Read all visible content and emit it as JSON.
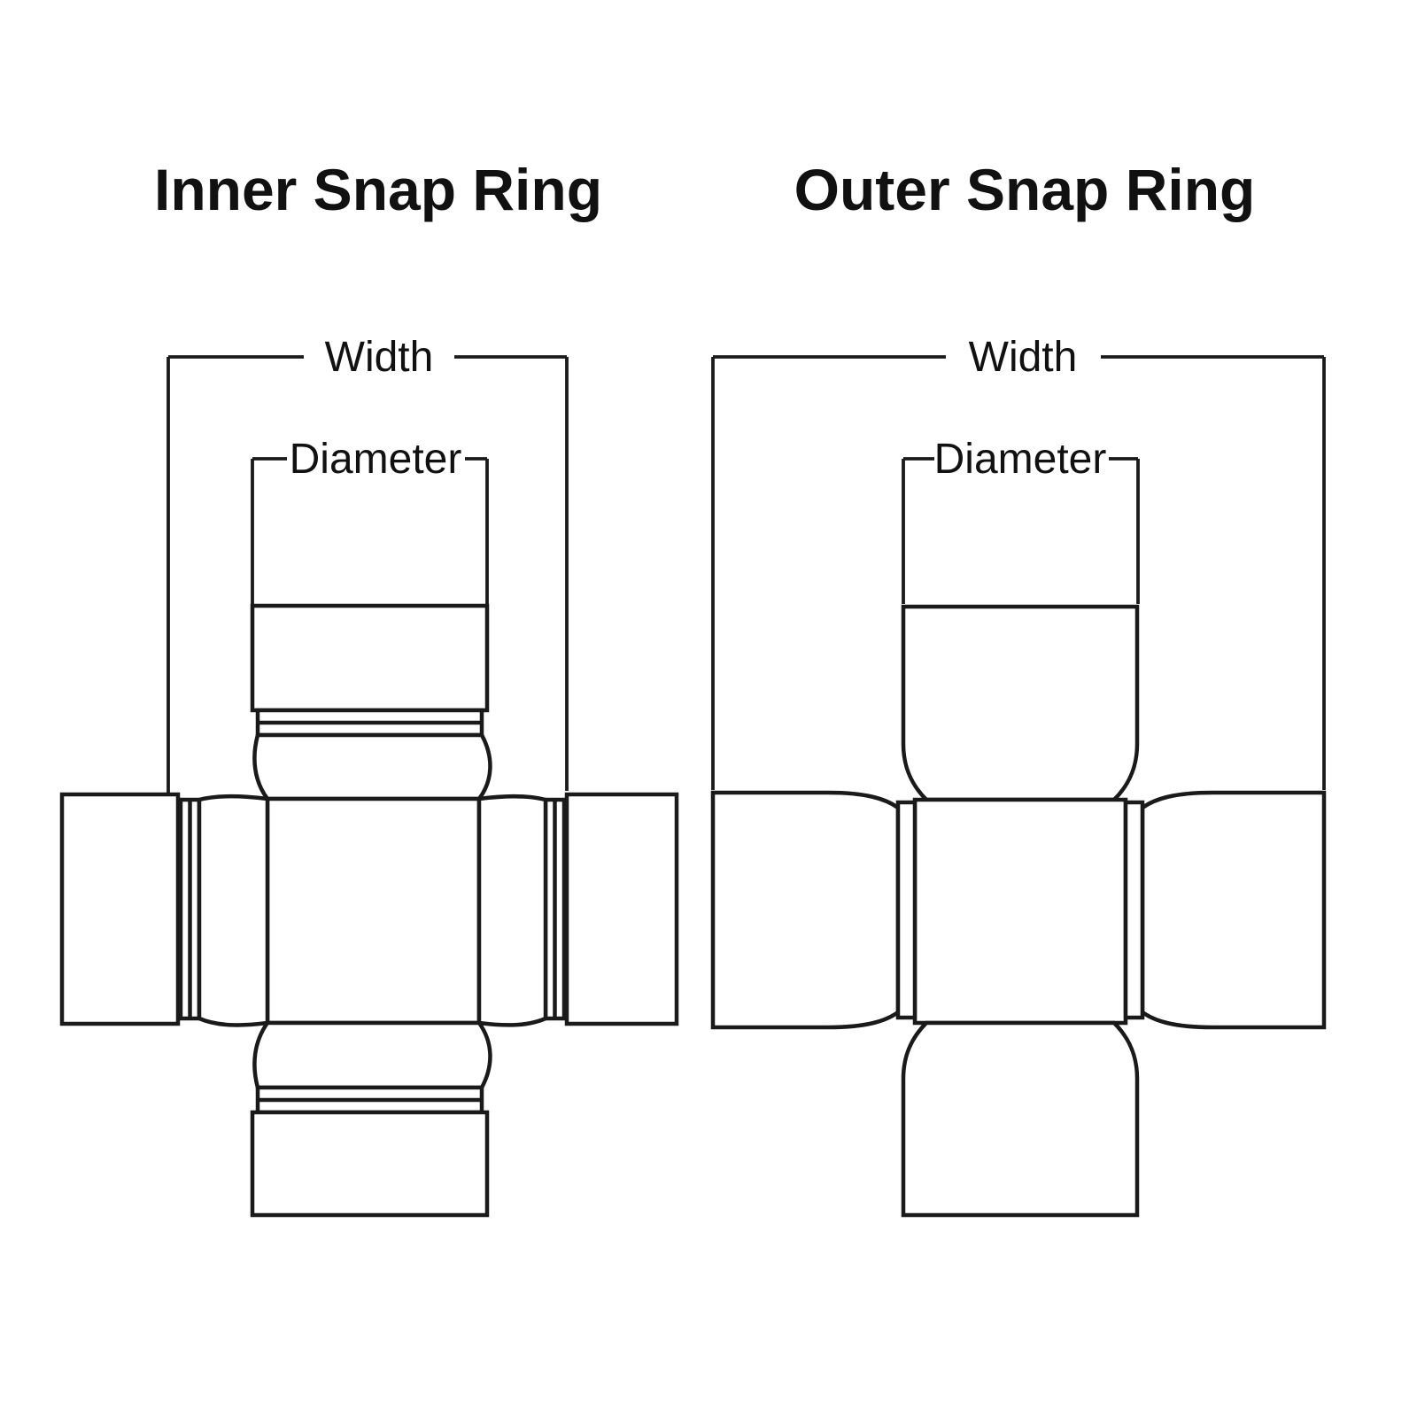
{
  "page": {
    "background": "#ffffff",
    "line_color": "#1a1a1a",
    "text_color": "#111111"
  },
  "diagrams": [
    {
      "id": "inner-snap-ring",
      "title": "Inner Snap Ring",
      "width_label": "Width",
      "diameter_label": "Diameter"
    },
    {
      "id": "outer-snap-ring",
      "title": "Outer Snap Ring",
      "width_label": "Width",
      "diameter_label": "Diameter"
    }
  ]
}
